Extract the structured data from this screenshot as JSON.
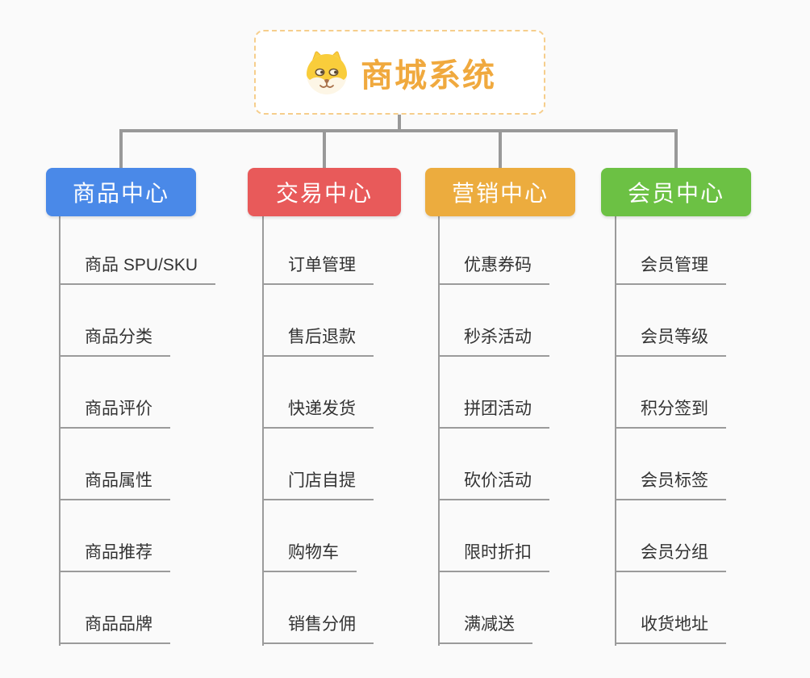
{
  "root": {
    "title": "商城系统",
    "icon": "dog-icon"
  },
  "branches": [
    {
      "label": "商品中心",
      "color": "#4A89E8",
      "items": [
        "商品 SPU/SKU",
        "商品分类",
        "商品评价",
        "商品属性",
        "商品推荐",
        "商品品牌"
      ]
    },
    {
      "label": "交易中心",
      "color": "#E85A5A",
      "items": [
        "订单管理",
        "售后退款",
        "快递发货",
        "门店自提",
        "购物车",
        "销售分佣"
      ]
    },
    {
      "label": "营销中心",
      "color": "#ECAC3E",
      "items": [
        "优惠券码",
        "秒杀活动",
        "拼团活动",
        "砍价活动",
        "限时折扣",
        "满减送"
      ]
    },
    {
      "label": "会员中心",
      "color": "#6CC144",
      "items": [
        "会员管理",
        "会员等级",
        "积分签到",
        "会员标签",
        "会员分组",
        "收货地址"
      ]
    }
  ],
  "colors": {
    "background": "#FAFAFA",
    "connector": "#999999",
    "underline": "#9B9B9B",
    "leaf_text": "#333333",
    "root_border": "#F6CE8C",
    "root_title": "#F0A93E"
  }
}
